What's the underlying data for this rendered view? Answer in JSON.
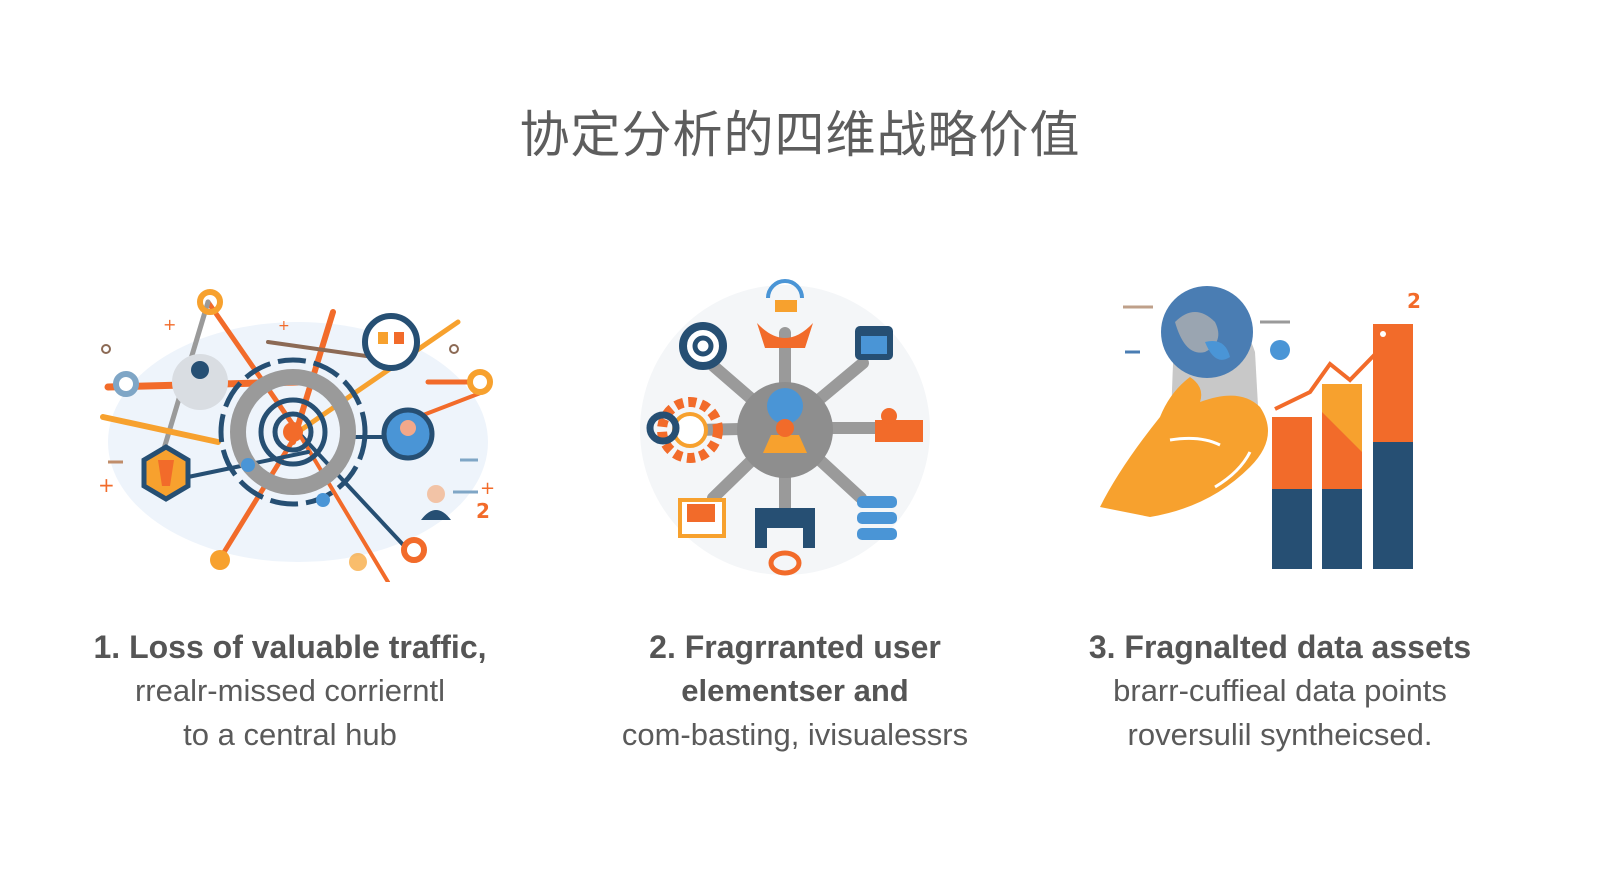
{
  "slide": {
    "title": "协定分析的四维战略价值"
  },
  "colors": {
    "orange": "#F26B2A",
    "amber": "#F7A12E",
    "navy": "#264F73",
    "blue": "#4A95D6",
    "gray": "#9A9A9A",
    "text": "#555555"
  },
  "columns": [
    {
      "number": "1.",
      "heading": "Loss of valuable traffic,",
      "lines": [
        "rrealr-missed corrierntl",
        "to a central hub"
      ],
      "illustration": "network-hub-icon"
    },
    {
      "number": "2.",
      "heading": "Fragrranted user",
      "lines": [
        "elementser and",
        "com-basting, ivisualessrs"
      ],
      "illustration": "gear-hub-icon"
    },
    {
      "number": "3.",
      "heading": "Fragnalted data assets",
      "lines": [
        "brarr-cuffieal data points",
        "roversulil syntheicsed."
      ],
      "illustration": "globe-hand-bar-chart-icon",
      "badge": "2"
    }
  ]
}
